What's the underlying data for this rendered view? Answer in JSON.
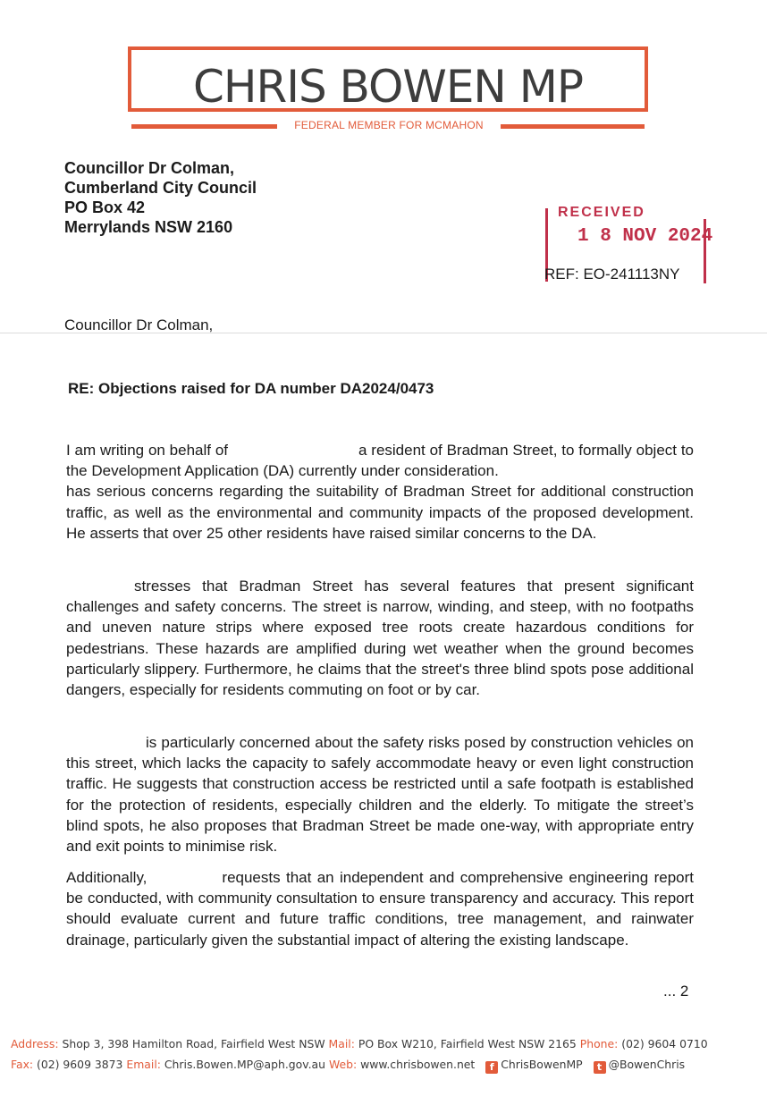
{
  "letterhead": {
    "name": "CHRIS BOWEN MP",
    "subtitle": "FEDERAL MEMBER FOR MCMAHON",
    "brand_color": "#e25b3a"
  },
  "recipient_address": [
    "Councillor Dr Colman,",
    "Cumberland City Council",
    "PO Box 42",
    "Merrylands NSW 2160"
  ],
  "stamp": {
    "word": "RECEIVED",
    "date": "1 8 NOV 2024",
    "ref": "REF: EO-241113NY",
    "color": "#c0304a"
  },
  "salutation": "Councillor Dr Colman,",
  "subject": "RE: Objections raised for DA number DA2024/0473",
  "body": {
    "p1_a": "I am writing on behalf of",
    "p1_b": "a resident of Bradman Street, to formally object to the Development Application (DA) currently under consideration.",
    "p1_c": "has serious concerns regarding the suitability of Bradman Street for additional construction traffic, as well as the environmental and community impacts of the proposed development. He asserts that over 25 other residents have raised similar concerns to the DA.",
    "p2": "stresses that Bradman Street has several features that present significant challenges and safety concerns. The street is narrow, winding, and steep, with no footpaths and uneven nature strips where exposed tree roots create hazardous conditions for pedestrians. These hazards are amplified during wet weather when the ground becomes particularly slippery. Furthermore, he claims that the street's three blind spots pose additional dangers, especially for residents commuting on foot or by car.",
    "p3": "is particularly concerned about the safety risks posed by construction vehicles on this street, which lacks the capacity to safely accommodate heavy or even light construction traffic. He suggests that construction access be restricted until a safe footpath is established for the protection of residents, especially children and the elderly. To mitigate the street’s blind spots, he also proposes that Bradman Street be made one-way, with appropriate entry and exit points to minimise risk.",
    "p4_a": "Additionally,",
    "p4_b": "requests that an independent and comprehensive engineering report be conducted, with community consultation to ensure transparency and accuracy. This report should evaluate current and future traffic conditions, tree management, and rainwater drainage, particularly given the substantial impact of altering the existing landscape."
  },
  "page_marker": "... 2",
  "footer": {
    "address_label": "Address:",
    "address": "Shop 3, 398 Hamilton Road, Fairfield West NSW",
    "mail_label": "Mail:",
    "mail": "PO Box W210, Fairfield West NSW 2165",
    "phone_label": "Phone:",
    "phone": "(02) 9604 0710",
    "fax_label": "Fax:",
    "fax": "(02) 9609 3873",
    "email_label": "Email:",
    "email": "Chris.Bowen.MP@aph.gov.au",
    "web_label": "Web:",
    "web": "www.chrisbowen.net",
    "facebook_icon": "facebook-icon",
    "facebook": "ChrisBowenMP",
    "twitter_icon": "twitter-icon",
    "twitter": "@BowenChris"
  }
}
